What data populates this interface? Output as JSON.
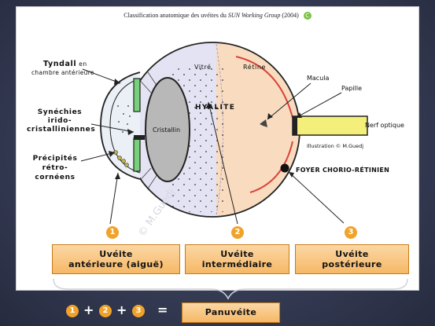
{
  "slide": {
    "title_prefix": "Classification anatomique des uvéites du ",
    "title_group": "SUN Working  Group",
    "title_year": "  (2004)",
    "copyright_symbol": "C"
  },
  "labels": {
    "tyndall_1": "Tyndall",
    "tyndall_2": " en",
    "tyndall_3": "chambre antérieure",
    "synechies_1": "Synéchies",
    "synechies_2": "irido-",
    "synechies_3": "cristalliniennes",
    "precipites_1": "Précipités",
    "precipites_2": "rétro-",
    "precipites_3": "cornéens",
    "cristallin": "Cristallin",
    "vitre": "Vitré",
    "retine": "Rétine",
    "hyalite": "HYALITE",
    "macula": "Macula",
    "papille": "Papille",
    "nerf_optique": "Nerf optique",
    "illustration": "Illustration © M.Guedj",
    "foyer": "FOYER CHORIO-RÉTINIEN",
    "watermark": "© M.Guedj"
  },
  "categories": [
    {
      "num": "1",
      "line1": "Uvéite",
      "line2": "antérieure (aiguë)"
    },
    {
      "num": "2",
      "line1": "Uvéite",
      "line2": "intermédiaire"
    },
    {
      "num": "3",
      "line1": "Uvéite",
      "line2": "postérieure"
    }
  ],
  "formula": {
    "n1": "1",
    "n2": "2",
    "n3": "3",
    "plus": "+",
    "equals": "=",
    "result": "Panuvéite"
  },
  "colors": {
    "badge": "#f0a22a",
    "box": "#f6b866",
    "retina_red": "#d9443a",
    "nerve_yellow": "#f4ef7a",
    "iris_green": "#79d07a",
    "vitreous": "#e3e3f3",
    "choroid": "#f9dcc0"
  }
}
